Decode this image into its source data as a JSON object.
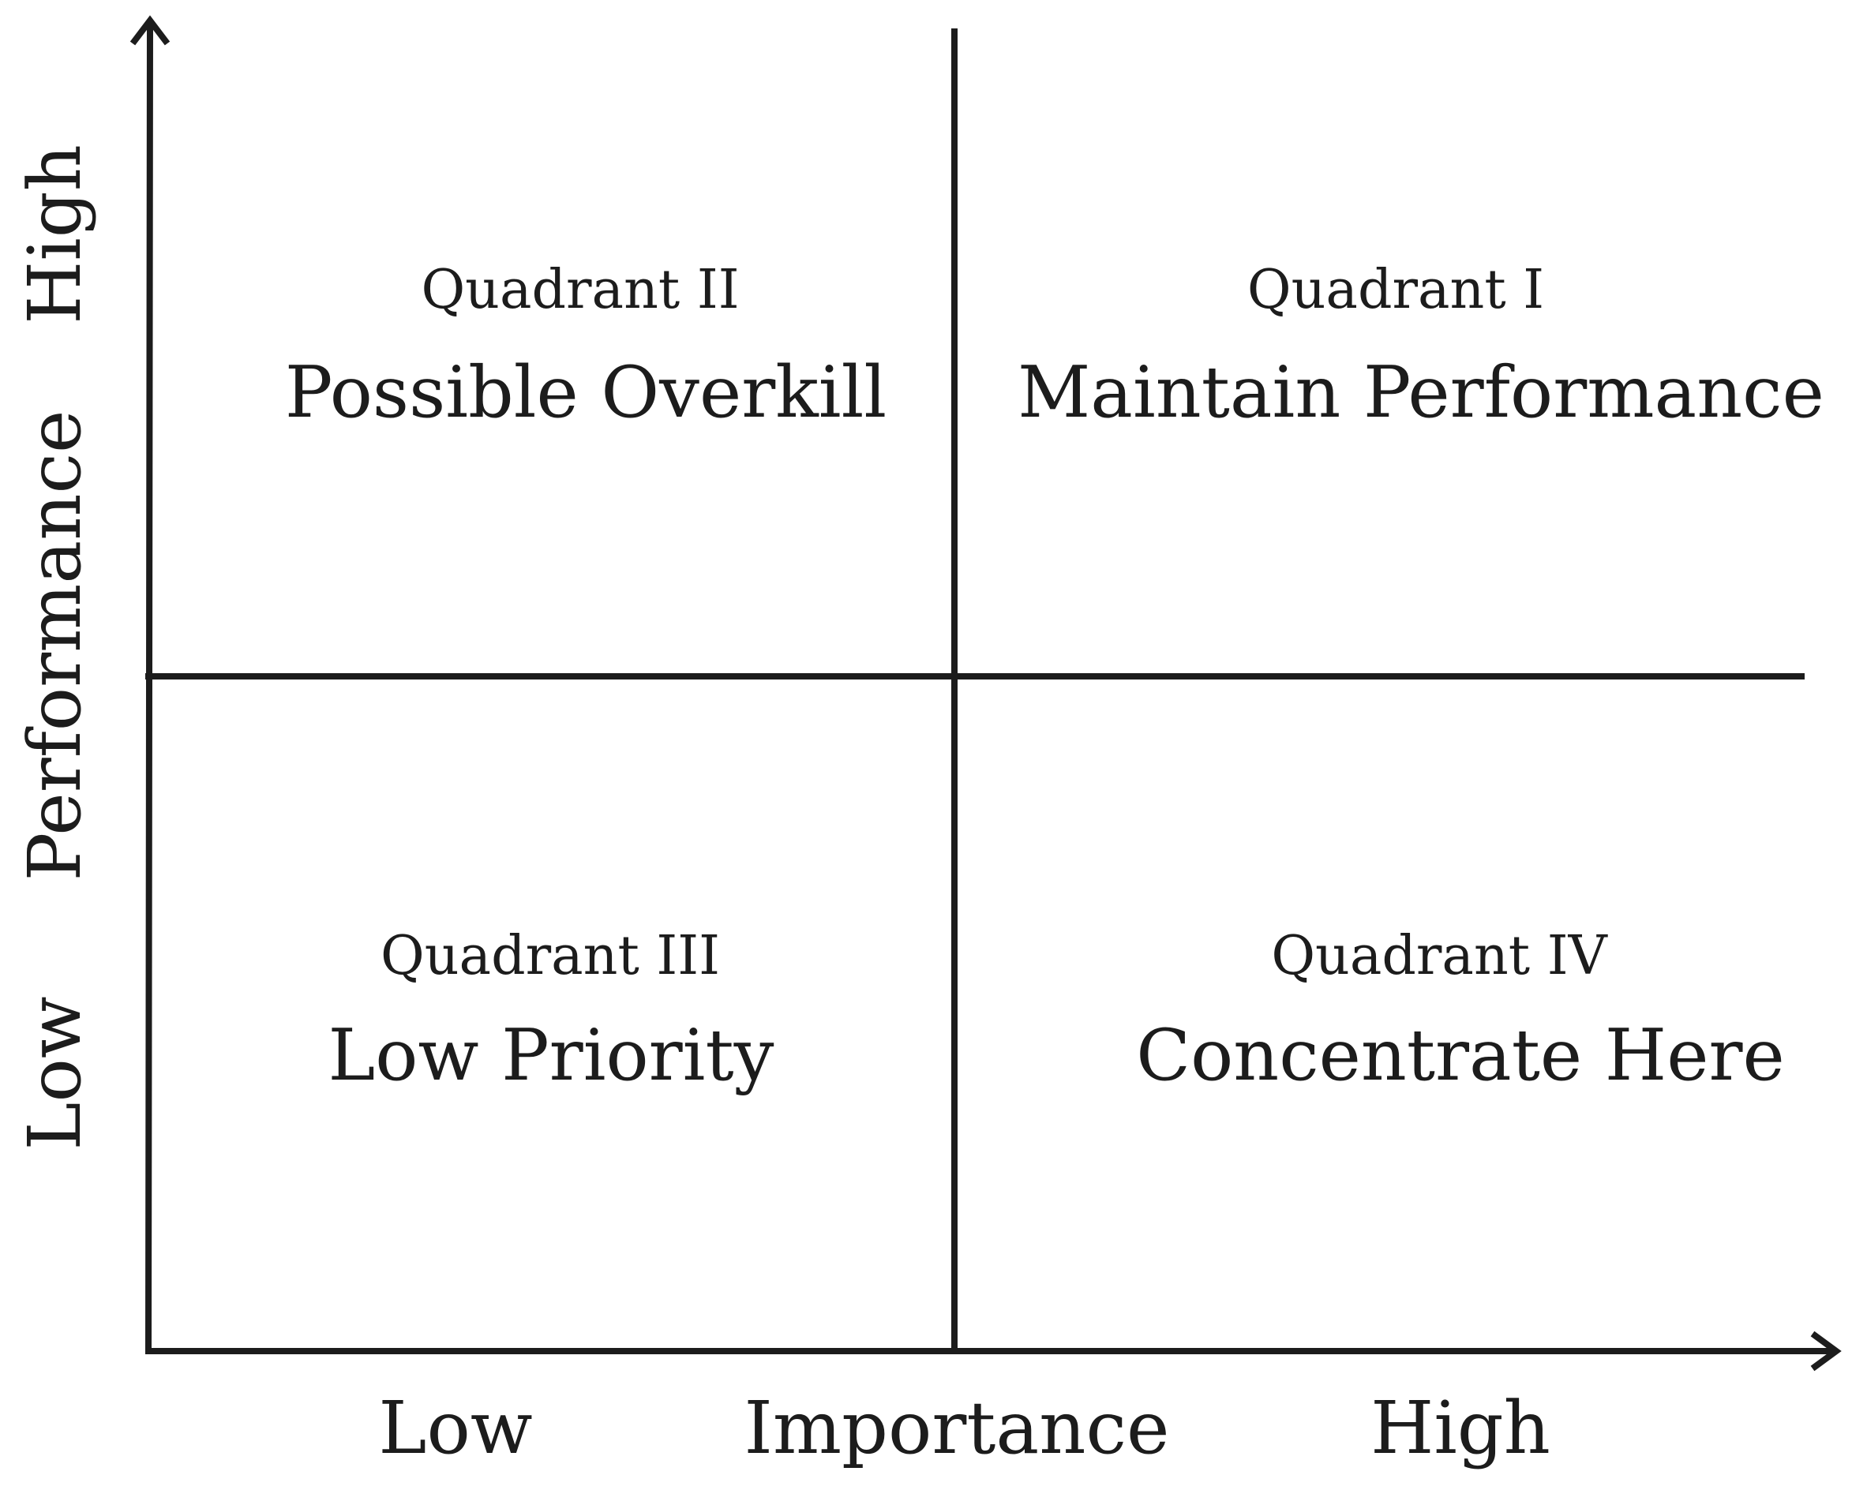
{
  "quadrants": {
    "q1": {
      "number": "Quadrant I",
      "title": "Maintain Performance"
    },
    "q2": {
      "number": "Quadrant II",
      "title": "Possible Overkill"
    },
    "q3": {
      "number": "Quadrant III",
      "title": "Low Priority"
    },
    "q4": {
      "number": "Quadrant IV",
      "title": "Concentrate Here"
    }
  },
  "x_axis": {
    "low": "Low",
    "label": "Importance",
    "high": "High"
  },
  "y_axis": {
    "low": "Low",
    "label": "Performance",
    "high": "High"
  },
  "colors": {
    "line": "#1c1c1c",
    "text": "#1c1c1c",
    "background": "#ffffff"
  }
}
